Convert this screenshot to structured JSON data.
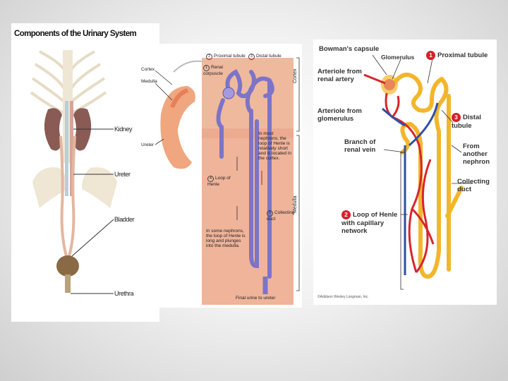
{
  "panel1": {
    "title": "Components of the Urinary System",
    "labels": {
      "kidney": "Kidney",
      "ureter": "Ureter",
      "bladder": "Bladder",
      "urethra": "Urethra"
    }
  },
  "panel2": {
    "cortex": "Cortex",
    "medulla": "Medulla",
    "ureter": "Ureter",
    "proximal_tubule": "Proximal tubule",
    "distal_tubule": "Distal tubule",
    "renal_corpuscle": "Renal corpuscle",
    "cortex_side": "Cortex",
    "medulla_side": "Medulla",
    "note_short": "In most nephrons, the loop of Henle is relatively short and is located in the cortex.",
    "loop_of_henle": "Loop of Henle",
    "collecting_duct": "Collecting duct",
    "note_long": "In some nephrons, the loop of Henle is long and plunges into the medulla.",
    "final_urine": "Final urine to ureter",
    "n1": "1",
    "n2": "2",
    "n3": "3",
    "n4": "4",
    "n5": "5"
  },
  "panel3": {
    "bowmans_capsule": "Bowman's capsule",
    "glomerulus": "Glomerulus",
    "proximal_tubule": "Proximal tubule",
    "arteriole_from_artery": "Arteriole from renal artery",
    "arteriole_from_glomerulus": "Arteriole from glomerulus",
    "distal_tubule": "Distal tubule",
    "branch_renal_vein": "Branch of renal vein",
    "from_another_nephron": "From another nephron",
    "collecting_duct": "Collecting duct",
    "loop_of_henle": "Loop of Henle with capillary network",
    "copyright": "©Addison Wesley Longman, Inc.",
    "n1": "1",
    "n2": "2",
    "n3": "3"
  },
  "colors": {
    "tubule_yellow": "#f3b62b",
    "artery_red": "#d7262b",
    "vein_blue": "#2f4fa3",
    "nephron_purple": "#7d74c8"
  }
}
